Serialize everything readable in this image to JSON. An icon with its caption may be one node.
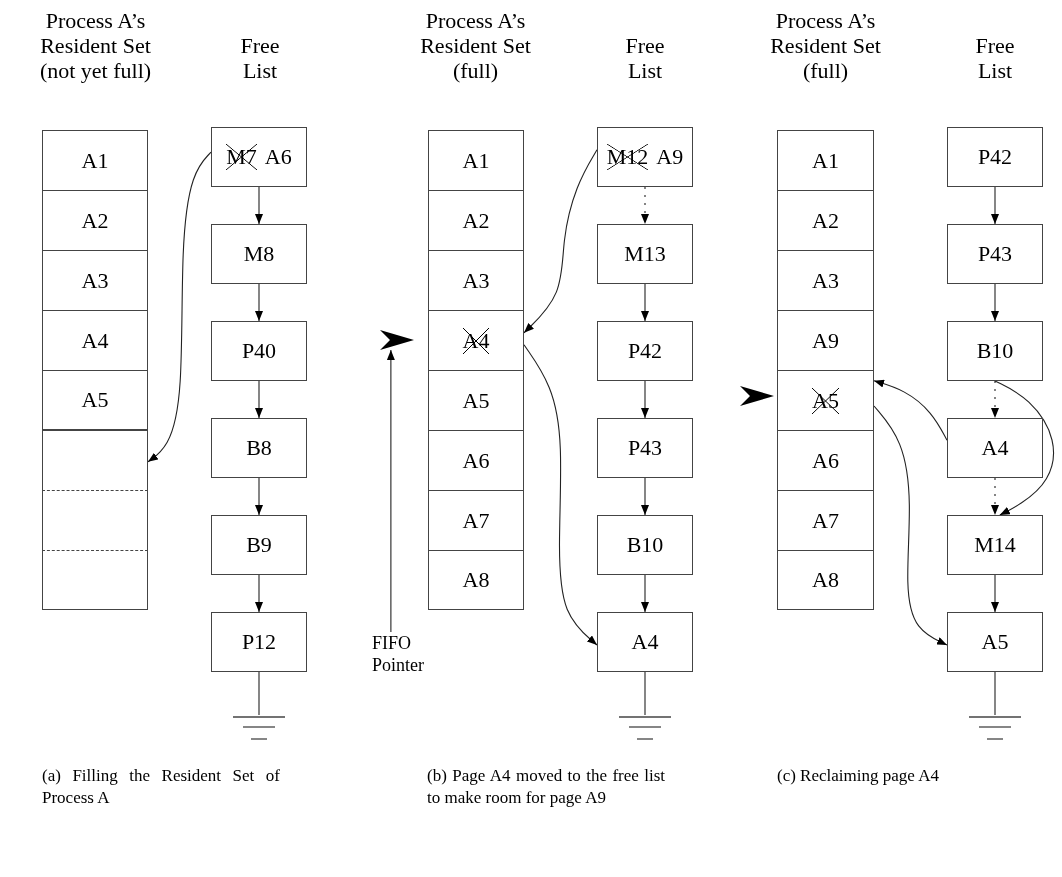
{
  "diagram": {
    "nodes": [
      {
        "text": [
          "A1"
        ]
      },
      {
        "text": [
          "A2"
        ]
      },
      {
        "text": [
          "A3"
        ]
      },
      {
        "text": [
          "A4"
        ]
      },
      {
        "text": [
          "A5"
        ]
      },
      {
        "text": [],
        "shape": "box"
      },
      {
        "text": [],
        "shape": "box"
      },
      {
        "text": [],
        "shape": "box"
      },
      {
        "text": [
          "M7",
          "A6"
        ]
      },
      {
        "text": [
          "M8"
        ]
      },
      {
        "text": [
          "P40"
        ]
      },
      {
        "text": [
          "B8"
        ]
      },
      {
        "text": [
          "B9"
        ]
      },
      {
        "text": [
          "P12"
        ]
      },
      {
        "text": [],
        "shape": "ground"
      },
      {
        "text": [
          "A1"
        ]
      },
      {
        "text": [
          "A2"
        ]
      },
      {
        "text": [
          "A3"
        ]
      },
      {
        "text": [
          "A4"
        ]
      },
      {
        "text": [
          "A5"
        ]
      },
      {
        "text": [
          "A6"
        ]
      },
      {
        "text": [
          "A7"
        ]
      },
      {
        "text": [
          "A8"
        ]
      },
      {
        "text": [
          "M12",
          "A9"
        ]
      },
      {
        "text": [
          "M13"
        ]
      },
      {
        "text": [
          "P42"
        ]
      },
      {
        "text": [
          "P43"
        ]
      },
      {
        "text": [
          "B10"
        ]
      },
      {
        "text": [
          "A4"
        ]
      },
      {
        "text": [],
        "shape": "ground"
      },
      {
        "text": [],
        "shape": "chevron"
      },
      {
        "text": [
          "FIFO Pointer"
        ]
      },
      {
        "text": [
          "A1"
        ]
      },
      {
        "text": [
          "A2"
        ]
      },
      {
        "text": [
          "A3"
        ]
      },
      {
        "text": [
          "A9"
        ]
      },
      {
        "text": [
          "A5"
        ]
      },
      {
        "text": [
          "A6"
        ]
      },
      {
        "text": [
          "A7"
        ]
      },
      {
        "text": [
          "A8"
        ]
      },
      {
        "text": [
          "P42"
        ]
      },
      {
        "text": [
          "P43"
        ]
      },
      {
        "text": [
          "B10"
        ]
      },
      {
        "text": [
          "A4"
        ]
      },
      {
        "text": [
          "M14"
        ]
      },
      {
        "text": [
          "A5"
        ]
      },
      {
        "text": [],
        "shape": "ground"
      },
      {
        "text": [],
        "shape": "chevron"
      }
    ],
    "edges": [
      {
        "from": 8,
        "to": 5,
        "arrow": "to"
      },
      {
        "from": 8,
        "to": 9,
        "arrow": "to"
      },
      {
        "from": 9,
        "to": 10,
        "arrow": "to"
      },
      {
        "from": 10,
        "to": 11,
        "arrow": "to"
      },
      {
        "from": 11,
        "to": 12,
        "arrow": "to"
      },
      {
        "from": 12,
        "to": 13,
        "arrow": "to"
      },
      {
        "from": 13,
        "to": 14,
        "arrow": "none"
      },
      {
        "from": 23,
        "to": 24,
        "arrow": "to",
        "style": "dashed"
      },
      {
        "from": 24,
        "to": 25,
        "arrow": "to"
      },
      {
        "from": 25,
        "to": 26,
        "arrow": "to"
      },
      {
        "from": 26,
        "to": 27,
        "arrow": "to"
      },
      {
        "from": 27,
        "to": 28,
        "arrow": "to"
      },
      {
        "from": 28,
        "to": 29,
        "arrow": "none"
      },
      {
        "from": 23,
        "to": 18,
        "arrow": "to"
      },
      {
        "from": 18,
        "to": 28,
        "arrow": "to"
      },
      {
        "from": 31,
        "to": 30,
        "arrow": "to"
      },
      {
        "from": 40,
        "to": 41,
        "arrow": "to"
      },
      {
        "from": 41,
        "to": 42,
        "arrow": "to"
      },
      {
        "from": 42,
        "to": 43,
        "arrow": "to",
        "style": "dashed"
      },
      {
        "from": 43,
        "to": 44,
        "arrow": "to",
        "style": "dashed"
      },
      {
        "from": 44,
        "to": 45,
        "arrow": "to"
      },
      {
        "from": 45,
        "to": 46,
        "arrow": "none"
      },
      {
        "from": 43,
        "to": 36,
        "arrow": "to"
      },
      {
        "from": 36,
        "to": 45,
        "arrow": "to"
      },
      {
        "from": 42,
        "to": 44,
        "arrow": "to"
      }
    ],
    "labels": [
      "Process A’s Resident Set (not yet full)",
      "Free List",
      "Process A’s Resident Set (full)",
      "Free List",
      "Process A’s Resident Set (full)",
      "Free List",
      "(a) Filling the Resident Set of Process A",
      "(b) Page A4 moved to the free list to make room for page A9",
      "(c) Reclaiming page A4"
    ]
  }
}
